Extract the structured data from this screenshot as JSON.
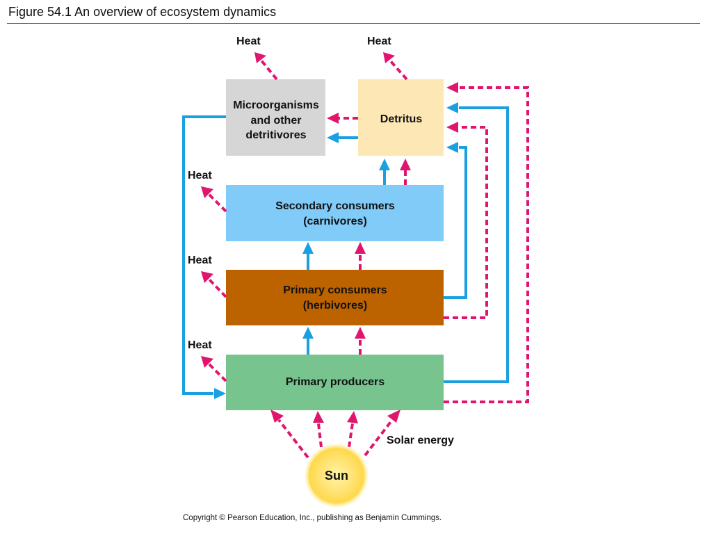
{
  "title": "Figure 54.1  An overview of ecosystem dynamics",
  "colors": {
    "energy_arrow": "#e0166e",
    "chemical_arrow": "#1aa0e0",
    "microorganisms_box": "#d6d6d6",
    "detritus_box": "#fde7b4",
    "secondary_box": "#80cbf7",
    "primary_consumers_box": "#bc6300",
    "producers_box": "#78c48e",
    "sun": "#ffd84a"
  },
  "boxes": {
    "microorganisms": [
      "Microorganisms",
      "and other",
      "detritivores"
    ],
    "detritus": [
      "Detritus"
    ],
    "secondary": [
      "Secondary consumers",
      "(carnivores)"
    ],
    "primary_consumers": [
      "Primary consumers",
      "(herbivores)"
    ],
    "producers": [
      "Primary producers"
    ]
  },
  "heat_labels": [
    "Heat",
    "Heat",
    "Heat",
    "Heat",
    "Heat"
  ],
  "solar_energy": "Solar energy",
  "sun": "Sun",
  "copyright": "Copyright © Pearson Education, Inc., publishing as Benjamin Cummings."
}
